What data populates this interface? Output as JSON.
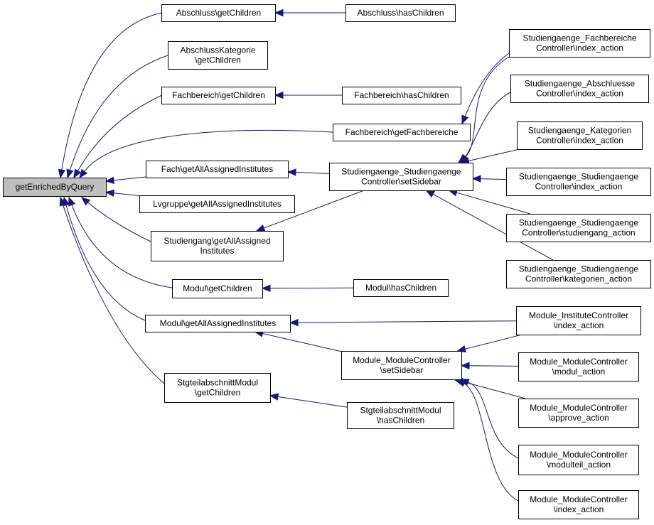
{
  "colors": {
    "edge": "#191970",
    "root_fill": "#bfbfbf",
    "node_fill": "#ffffff",
    "node_border": "#000000"
  },
  "nodes": [
    {
      "id": "root",
      "lines": [
        "getEnrichedByQuery"
      ],
      "root": true
    },
    {
      "id": "abschluss_getChildren",
      "lines": [
        "Abschluss\\getChildren"
      ]
    },
    {
      "id": "abschluss_hasChildren",
      "lines": [
        "Abschluss\\hasChildren"
      ]
    },
    {
      "id": "abschlusskategorie_getChildren",
      "lines": [
        "AbschlussKategorie",
        "\\getChildren"
      ]
    },
    {
      "id": "fachbereich_getChildren",
      "lines": [
        "Fachbereich\\getChildren"
      ]
    },
    {
      "id": "fachbereich_hasChildren",
      "lines": [
        "Fachbereich\\hasChildren"
      ]
    },
    {
      "id": "fachbereich_getFachbereiche",
      "lines": [
        "Fachbereich\\getFachbereiche"
      ]
    },
    {
      "id": "fach_getAllAssignedInstitutes",
      "lines": [
        "Fach\\getAllAssignedInstitutes"
      ]
    },
    {
      "id": "lvgruppe_getAllAssignedInstitutes",
      "lines": [
        "Lvgruppe\\getAllAssignedInstitutes"
      ]
    },
    {
      "id": "studiengang_getAllAssigned",
      "lines": [
        "Studiengang\\getAllAssigned",
        "Institutes"
      ]
    },
    {
      "id": "sg_setSidebar",
      "lines": [
        "Studiengaenge_Studiengaenge",
        "Controller\\setSidebar"
      ]
    },
    {
      "id": "sg_fachbereiche_index",
      "lines": [
        "Studiengaenge_Fachbereiche",
        "Controller\\index_action"
      ]
    },
    {
      "id": "sg_abschluesse_index",
      "lines": [
        "Studiengaenge_Abschluesse",
        "Controller\\index_action"
      ]
    },
    {
      "id": "sg_kategorien_index",
      "lines": [
        "Studiengaenge_Kategorien",
        "Controller\\index_action"
      ]
    },
    {
      "id": "sg_sg_index",
      "lines": [
        "Studiengaenge_Studiengaenge",
        "Controller\\index_action"
      ]
    },
    {
      "id": "sg_sg_studiengang",
      "lines": [
        "Studiengaenge_Studiengaenge",
        "Controller\\studiengang_action"
      ]
    },
    {
      "id": "sg_sg_kategorien",
      "lines": [
        "Studiengaenge_Studiengaenge",
        "Controller\\kategorien_action"
      ]
    },
    {
      "id": "modul_getChildren",
      "lines": [
        "Modul\\getChildren"
      ]
    },
    {
      "id": "modul_hasChildren",
      "lines": [
        "Modul\\hasChildren"
      ]
    },
    {
      "id": "modul_getAllAssignedInstitutes",
      "lines": [
        "Modul\\getAllAssignedInstitutes"
      ]
    },
    {
      "id": "mm_setSidebar",
      "lines": [
        "Module_ModuleController",
        "\\setSidebar"
      ]
    },
    {
      "id": "mi_index",
      "lines": [
        "Module_InstituteController",
        "\\index_action"
      ]
    },
    {
      "id": "mm_modul",
      "lines": [
        "Module_ModuleController",
        "\\modul_action"
      ]
    },
    {
      "id": "mm_approve",
      "lines": [
        "Module_ModuleController",
        "\\approve_action"
      ]
    },
    {
      "id": "mm_modulteil",
      "lines": [
        "Module_ModuleController",
        "\\modulteil_action"
      ]
    },
    {
      "id": "mm_index",
      "lines": [
        "Module_ModuleController",
        "\\index_action"
      ]
    },
    {
      "id": "stg_getChildren",
      "lines": [
        "StgteilabschnittModul",
        "\\getChildren"
      ]
    },
    {
      "id": "stg_hasChildren",
      "lines": [
        "StgteilabschnittModul",
        "\\hasChildren"
      ]
    }
  ],
  "edges": [
    {
      "from": "abschluss_getChildren",
      "to": "root"
    },
    {
      "from": "abschlusskategorie_getChildren",
      "to": "root"
    },
    {
      "from": "fachbereich_getChildren",
      "to": "root"
    },
    {
      "from": "fachbereich_getFachbereiche",
      "to": "root"
    },
    {
      "from": "fach_getAllAssignedInstitutes",
      "to": "root"
    },
    {
      "from": "lvgruppe_getAllAssignedInstitutes",
      "to": "root"
    },
    {
      "from": "studiengang_getAllAssigned",
      "to": "root"
    },
    {
      "from": "modul_getChildren",
      "to": "root"
    },
    {
      "from": "modul_getAllAssignedInstitutes",
      "to": "root"
    },
    {
      "from": "stg_getChildren",
      "to": "root"
    },
    {
      "from": "abschluss_hasChildren",
      "to": "abschluss_getChildren"
    },
    {
      "from": "fachbereich_hasChildren",
      "to": "fachbereich_getChildren"
    },
    {
      "from": "sg_setSidebar",
      "to": "fach_getAllAssignedInstitutes"
    },
    {
      "from": "sg_setSidebar",
      "to": "studiengang_getAllAssigned"
    },
    {
      "from": "sg_fachbereiche_index",
      "to": "fachbereich_getFachbereiche"
    },
    {
      "from": "sg_fachbereiche_index",
      "to": "sg_setSidebar"
    },
    {
      "from": "sg_abschluesse_index",
      "to": "sg_setSidebar"
    },
    {
      "from": "sg_kategorien_index",
      "to": "sg_setSidebar"
    },
    {
      "from": "sg_sg_index",
      "to": "sg_setSidebar"
    },
    {
      "from": "sg_sg_studiengang",
      "to": "sg_setSidebar"
    },
    {
      "from": "sg_sg_kategorien",
      "to": "sg_setSidebar"
    },
    {
      "from": "modul_hasChildren",
      "to": "modul_getChildren"
    },
    {
      "from": "mi_index",
      "to": "modul_getAllAssignedInstitutes"
    },
    {
      "from": "mm_setSidebar",
      "to": "modul_getAllAssignedInstitutes"
    },
    {
      "from": "mi_index",
      "to": "mm_setSidebar"
    },
    {
      "from": "mm_modul",
      "to": "mm_setSidebar"
    },
    {
      "from": "mm_approve",
      "to": "mm_setSidebar"
    },
    {
      "from": "mm_modulteil",
      "to": "mm_setSidebar"
    },
    {
      "from": "mm_index",
      "to": "mm_setSidebar"
    },
    {
      "from": "stg_hasChildren",
      "to": "stg_getChildren"
    }
  ]
}
